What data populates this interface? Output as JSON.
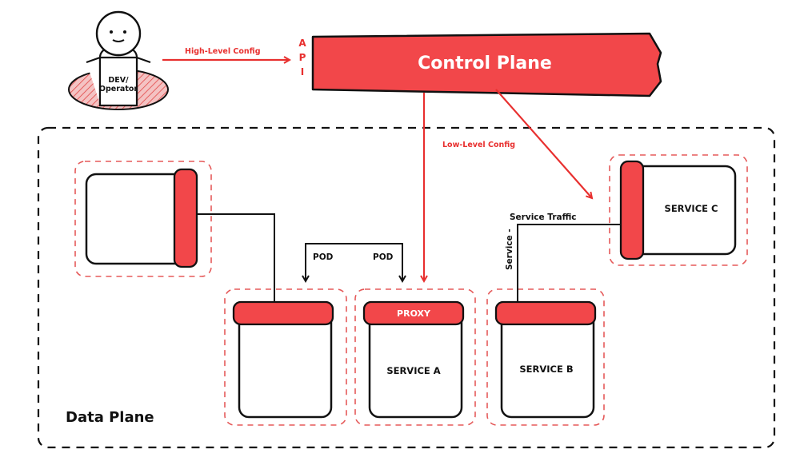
{
  "colors": {
    "accent_red": "#f2474a",
    "accent_red_dark": "#e8302f",
    "dashed_red": "#e55a5a",
    "hatch_fill": "#f1b5b5",
    "outline": "#111111",
    "background": "#ffffff"
  },
  "actor": {
    "label_line1": "DEV/",
    "label_line2": "Operator",
    "icon": "person-icon"
  },
  "arrows": {
    "high_level_config": "High-Level Config",
    "low_level_config": "Low-Level Config"
  },
  "api": {
    "letters": [
      "A",
      "P",
      "I"
    ]
  },
  "control_plane": {
    "title": "Control Plane"
  },
  "data_plane": {
    "title": "Data Plane"
  },
  "pods": {
    "proxy_label": "PROXY",
    "service_a": "SERVICE A",
    "service_b": "SERVICE B",
    "service_c": "SERVICE C"
  },
  "links": {
    "pod_left": "POD",
    "pod_right": "POD",
    "service_traffic": "Service Traffic",
    "service_vertical": "Service -"
  }
}
